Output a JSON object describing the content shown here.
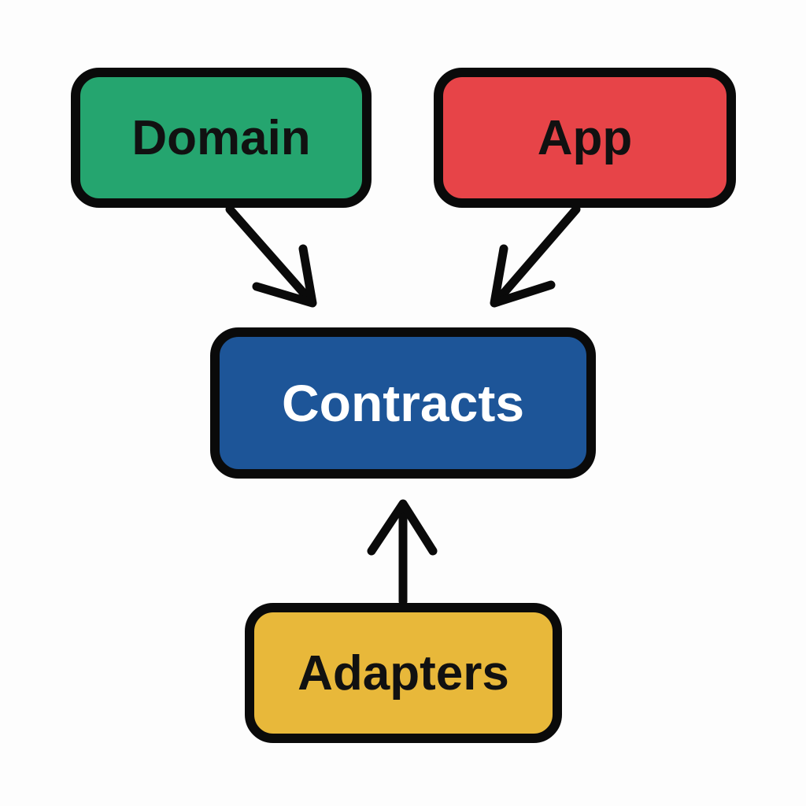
{
  "nodes": {
    "domain": {
      "label": "Domain",
      "color": "#25a56f"
    },
    "app": {
      "label": "App",
      "color": "#e74448"
    },
    "contracts": {
      "label": "Contracts",
      "color": "#1d5598"
    },
    "adapters": {
      "label": "Adapters",
      "color": "#e8b83a"
    }
  },
  "edges": [
    {
      "from": "Domain",
      "to": "Contracts"
    },
    {
      "from": "App",
      "to": "Contracts"
    },
    {
      "from": "Adapters",
      "to": "Contracts"
    }
  ]
}
